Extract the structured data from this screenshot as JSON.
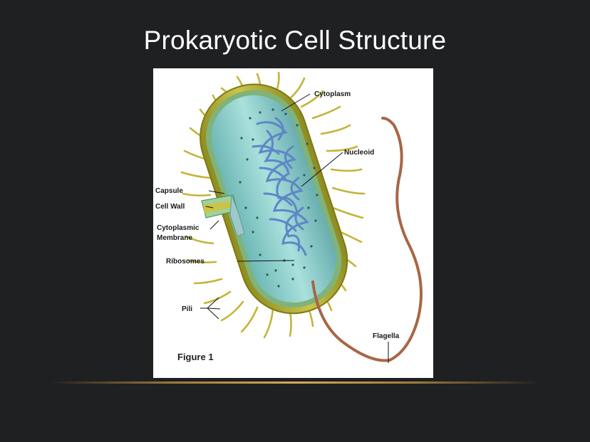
{
  "slide": {
    "title": "Prokaryotic Cell Structure"
  },
  "figure": {
    "caption": "Figure 1",
    "labels": {
      "cytoplasm": "Cytoplasm",
      "nucleoid": "Nucleoid",
      "capsule": "Capsule",
      "cell_wall": "Cell Wall",
      "cytoplasmic_membrane_line1": "Cytoplasmic",
      "cytoplasmic_membrane_line2": "Membrane",
      "ribosomes": "Ribosomes",
      "pili": "Pili",
      "flagella": "Flagella"
    },
    "colors": {
      "capsule": "#b6b43a",
      "cell_wall": "#7fb37a",
      "cytoplasm": "#93d3d0",
      "nucleoid": "#5f86c6",
      "flagella": "#a76645",
      "pili": "#c3b53a",
      "accent_line": "#d6a95a"
    }
  }
}
